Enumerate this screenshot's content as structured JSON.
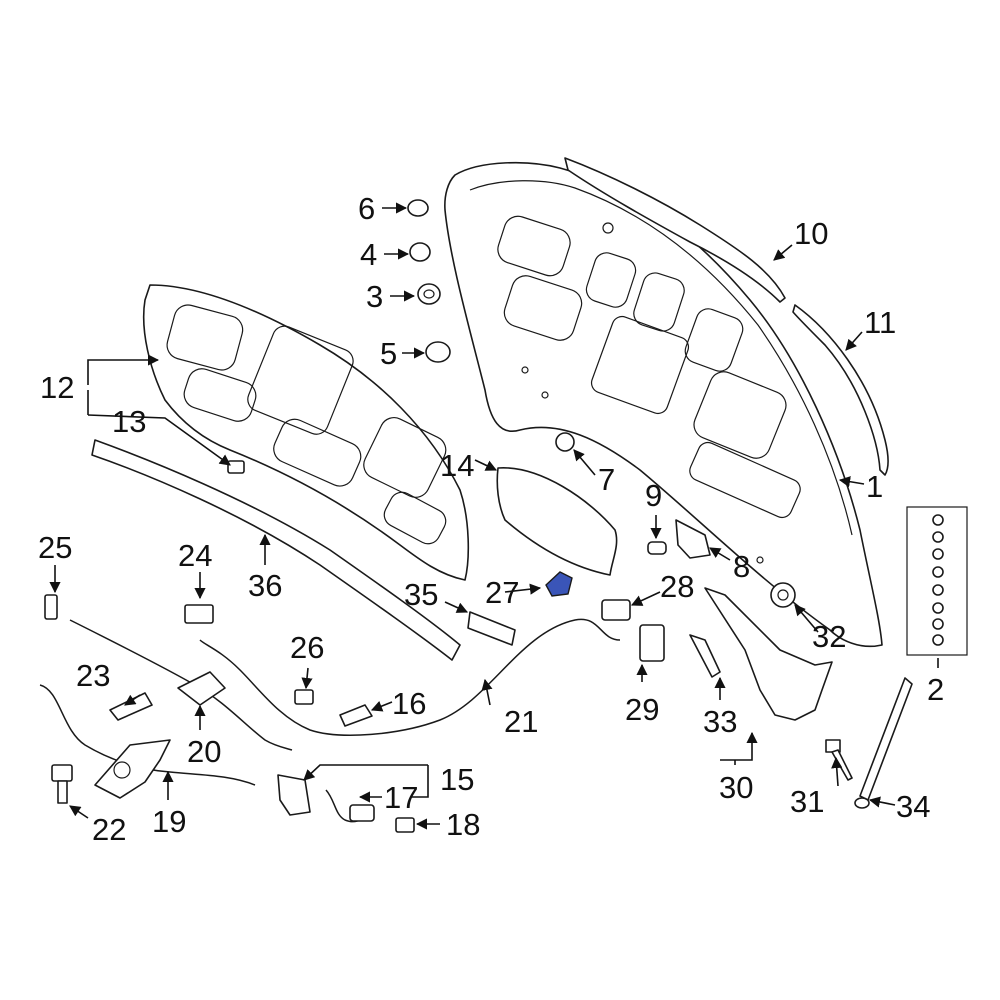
{
  "diagram": {
    "highlight_color": "#3a55b8",
    "line_color": "#1a1a1a",
    "background": "#ffffff",
    "callouts": [
      "1",
      "2",
      "3",
      "4",
      "5",
      "6",
      "7",
      "8",
      "9",
      "10",
      "11",
      "12",
      "13",
      "14",
      "15",
      "16",
      "17",
      "18",
      "19",
      "20",
      "21",
      "22",
      "23",
      "24",
      "25",
      "26",
      "27",
      "28",
      "29",
      "30",
      "31",
      "32",
      "33",
      "34",
      "35",
      "36"
    ],
    "highlighted_part": "27"
  }
}
